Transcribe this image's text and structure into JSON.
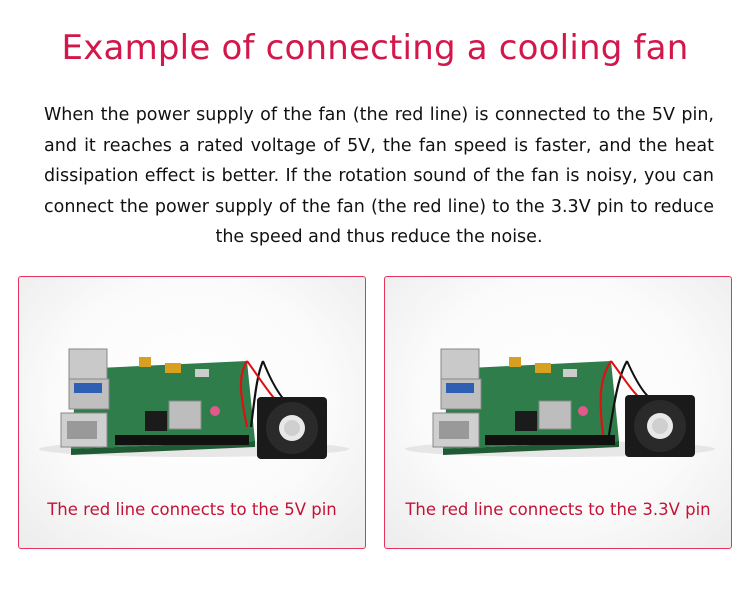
{
  "title": "Example of connecting a cooling fan",
  "description": "When the power supply of the fan (the red line) is connected to the 5V pin, and it reaches a rated voltage of 5V, the fan speed is faster, and the heat dissipation effect is better.  If the rotation sound of the fan is noisy, you can connect the power supply of the fan (the red line) to the 3.3V pin to reduce the speed and thus reduce the noise.",
  "panels": [
    {
      "caption": "The red line connects to the 5V pin"
    },
    {
      "caption": "The red line connects to the 3.3V pin"
    }
  ],
  "colors": {
    "accent": "#d3174a",
    "border": "#e6335e",
    "caption": "#c41236",
    "board": "#2f7d4a"
  }
}
